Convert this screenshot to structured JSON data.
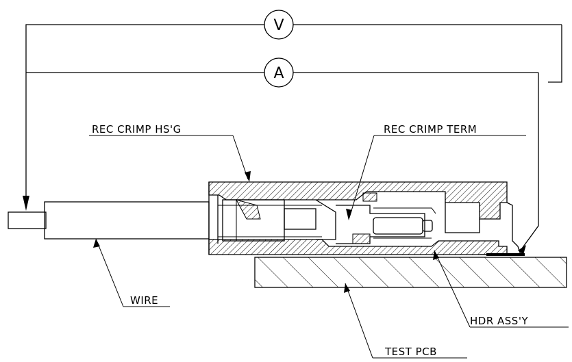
{
  "meters": {
    "voltmeter": "V",
    "ammeter": "A"
  },
  "labels": {
    "rec_crimp_hsg": "REC CRIMP HS'G",
    "rec_crimp_term": "REC CRIMP TERM",
    "wire": "WIRE",
    "hdr_assy": "HDR ASS'Y",
    "test_pcb": "TEST PCB"
  }
}
